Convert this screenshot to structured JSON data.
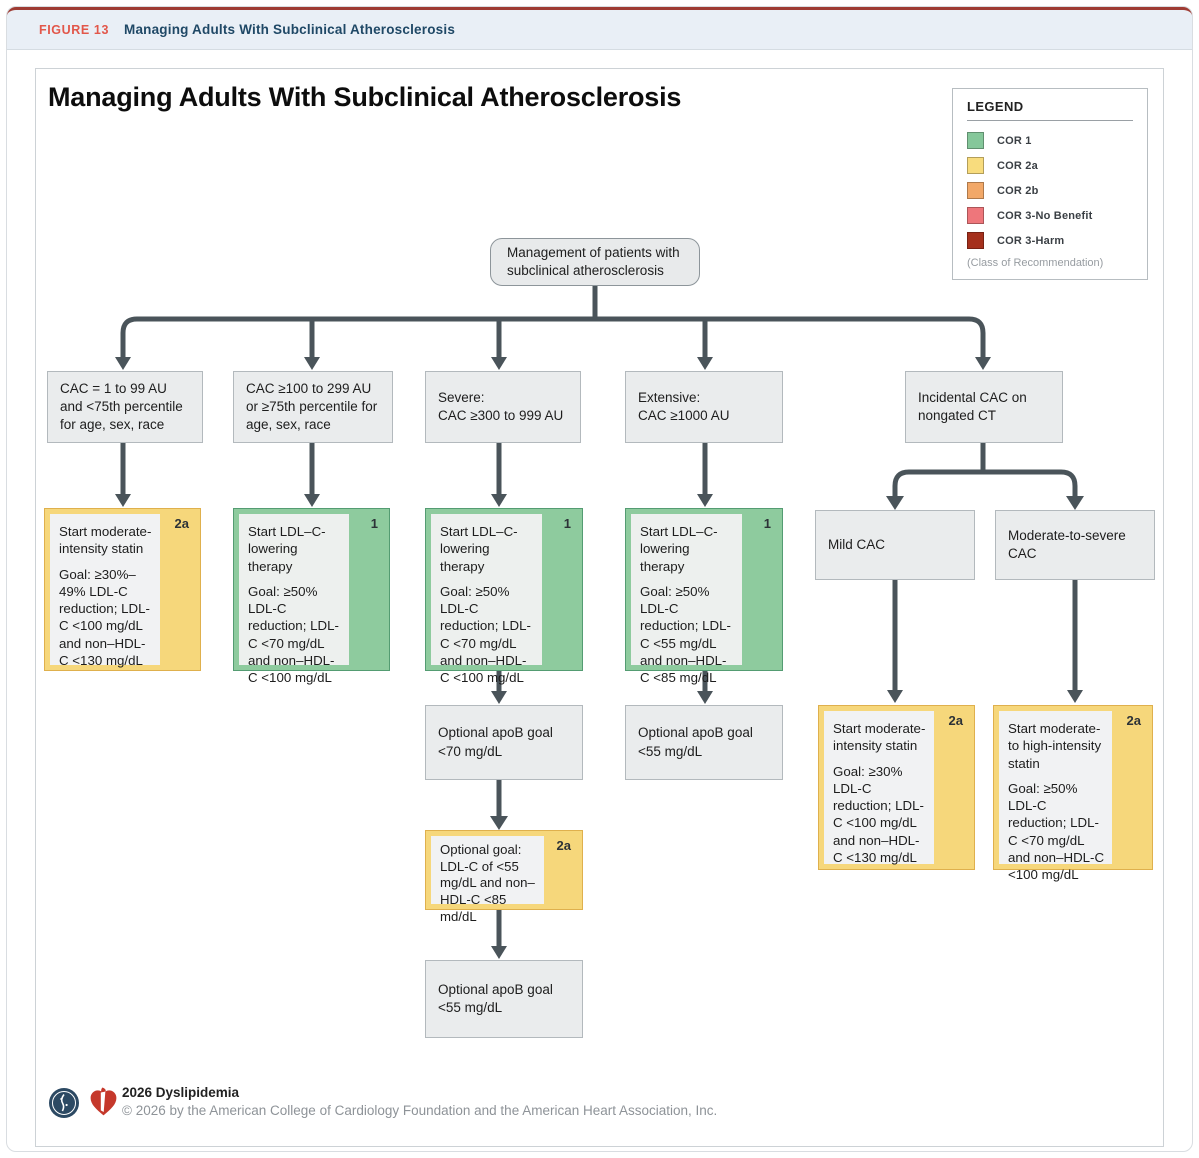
{
  "figure_header": {
    "label": "FIGURE 13",
    "title": "Managing Adults With Subclinical Atherosclerosis"
  },
  "diagram": {
    "title": "Managing Adults With Subclinical Atherosclerosis",
    "root": "Management of patients with subclinical atherosclerosis",
    "conditions": {
      "c1": "CAC = 1 to 99 AU and <75th percentile for age, sex, race",
      "c2": "CAC ≥100 to 299 AU or ≥75th percentile for age, sex, race",
      "c3_line1": "Severe:",
      "c3_line2": "CAC ≥300 to 999 AU",
      "c4_line1": "Extensive:",
      "c4_line2": "CAC ≥1000 AU",
      "c5": "Incidental CAC on nongated CT",
      "mild": "Mild CAC",
      "modsev": "Moderate-to-severe CAC"
    },
    "treatments": {
      "t1": {
        "head": "Start moderate-intensity statin",
        "goal": "Goal: ≥30%–49% LDL-C reduction; LDL-C <100 mg/dL and non–HDL-C <130 mg/dL",
        "cor": "2a"
      },
      "t2": {
        "head": "Start LDL–C-lowering therapy",
        "goal": "Goal: ≥50% LDL-C reduction; LDL-C <70 mg/dL and non–HDL-C <100 mg/dL",
        "cor": "1"
      },
      "t3": {
        "head": "Start LDL–C-lowering therapy",
        "goal": "Goal: ≥50% LDL-C reduction; LDL-C <70 mg/dL and non–HDL-C <100 mg/dL",
        "cor": "1"
      },
      "t4": {
        "head": "Start LDL–C-lowering therapy",
        "goal": "Goal: ≥50% LDL-C reduction; LDL-C <55 mg/dL and non–HDL-C <85 mg/dL",
        "cor": "1"
      },
      "t5": {
        "head": "Start moderate-intensity statin",
        "goal": "Goal: ≥30% LDL-C reduction; LDL-C <100 mg/dL and non–HDL-C <130 mg/dL",
        "cor": "2a"
      },
      "t6": {
        "head": "Start moderate- to high-intensity statin",
        "goal": "Goal: ≥50% LDL-C reduction; LDL-C <70 mg/dL and non–HDL-C <100 mg/dL",
        "cor": "2a"
      }
    },
    "optionals": {
      "o1": "Optional apoB goal <70 mg/dL",
      "o2": {
        "text": "Optional goal: LDL-C of <55 mg/dL and non–HDL-C <85 md/dL",
        "cor": "2a"
      },
      "o3": "Optional apoB goal <55 mg/dL",
      "o4": "Optional apoB goal <55 mg/dL"
    }
  },
  "legend": {
    "title": "LEGEND",
    "items": [
      {
        "label": "COR 1",
        "color": "#85c79a"
      },
      {
        "label": "COR 2a",
        "color": "#f8dc7d"
      },
      {
        "label": "COR 2b",
        "color": "#f2a868"
      },
      {
        "label": "COR 3-No Benefit",
        "color": "#ee767b"
      },
      {
        "label": "COR 3-Harm",
        "color": "#a5301c"
      }
    ],
    "footnote": "(Class of Recommendation)"
  },
  "footer": {
    "line1": "2026 Dyslipidemia",
    "line2": "© 2026 by the American College of Cardiology Foundation and the American Heart Association, Inc."
  },
  "colors": {
    "cor1_fill": "#8ecb9e",
    "cor2a_fill": "#f6d77b",
    "accent_red": "#e2574a",
    "header_navy": "#1f4866",
    "arrow": "#4a545a",
    "band_bg": "#e9eff6"
  }
}
